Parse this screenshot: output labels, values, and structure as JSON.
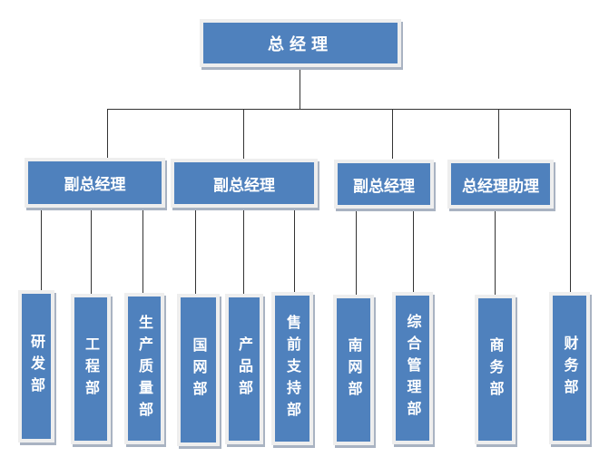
{
  "colors": {
    "box_fill": "#4F81BD",
    "box_border": "#EEEEEE",
    "line": "#333333"
  },
  "root": {
    "label": "总经理"
  },
  "level2": [
    {
      "label": "副总经理"
    },
    {
      "label": "副总经理"
    },
    {
      "label": "副总经理"
    },
    {
      "label": "总经理助理"
    }
  ],
  "departments": [
    {
      "label": "研发部",
      "parent": "副总经理"
    },
    {
      "label": "工程部",
      "parent": "副总经理"
    },
    {
      "label": "生产质量部",
      "parent": "副总经理"
    },
    {
      "label": "国网部",
      "parent": "副总经理"
    },
    {
      "label": "产品部",
      "parent": "副总经理"
    },
    {
      "label": "售前支持部",
      "parent": "副总经理"
    },
    {
      "label": "南网部",
      "parent": "副总经理"
    },
    {
      "label": "综合管理部",
      "parent": "副总经理"
    },
    {
      "label": "商务部",
      "parent": "总经理助理"
    },
    {
      "label": "财务部",
      "parent": "总经理"
    }
  ]
}
